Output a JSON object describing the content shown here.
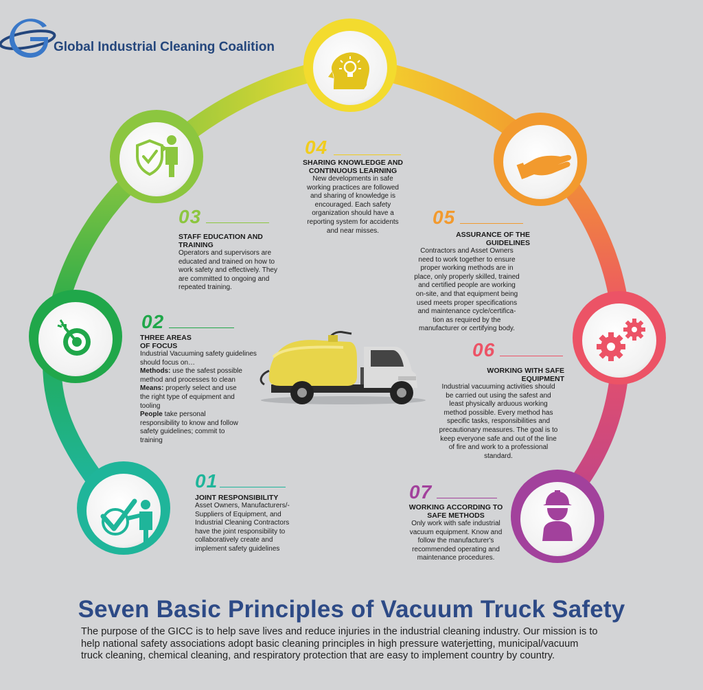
{
  "header": {
    "org_name": "Global Industrial Cleaning Coalition"
  },
  "colors": {
    "p01": "#1fb59a",
    "p02": "#20a74a",
    "p03": "#8cc63f",
    "p04": "#f3db2e",
    "p05": "#f29a2e",
    "p06": "#ec5366",
    "p07": "#a2419c",
    "title": "#2d4a86"
  },
  "principles": [
    {
      "number": "01",
      "title_lines": [
        "JOINT RESPONSIBILITY"
      ],
      "icon": "checkmark-person-icon",
      "body_lines": [
        "Asset Owners, Manufacturers/-",
        "Suppliers of Equipment, and",
        "Industrial Cleaning Contractors",
        "have the joint responsibility to",
        "collaboratively create and",
        "implement safety guidelines"
      ]
    },
    {
      "number": "02",
      "title_lines": [
        "THREE AREAS",
        "OF FOCUS"
      ],
      "icon": "target-icon",
      "intro_lines": [
        "Industrial Vacuuming safety guidelines",
        "should focus on…"
      ],
      "items": [
        {
          "term": "Methods:",
          "lines": [
            " use the safest possible",
            "method and processes to clean"
          ]
        },
        {
          "term": "Means:",
          "lines": [
            " properly select and use",
            "the right type of equipment and",
            "tooling"
          ]
        },
        {
          "term": "People",
          "lines": [
            " take personal",
            "responsibility to know and follow",
            "safety guidelines; commit to",
            "training"
          ]
        }
      ]
    },
    {
      "number": "03",
      "title_lines": [
        "STAFF EDUCATION AND",
        "TRAINING"
      ],
      "icon": "shield-person-icon",
      "body_lines": [
        "Operators and supervisors are",
        "educated and trained on how to",
        "work safety and effectively. They",
        "are committed to ongoing and",
        "repeated training."
      ]
    },
    {
      "number": "04",
      "title_lines": [
        "SHARING KNOWLEDGE AND",
        "CONTINUOUS LEARNING"
      ],
      "icon": "head-lightbulb-icon",
      "body_lines": [
        "New developments in safe",
        "working practices are followed",
        "and sharing of knowledge is",
        "encouraged. Each safety",
        "organization should have a",
        "reporting system for accidents",
        "and near misses."
      ]
    },
    {
      "number": "05",
      "title_lines": [
        "ASSURANCE OF THE",
        "GUIDELINES"
      ],
      "icon": "open-hand-icon",
      "body_lines": [
        "Contractors and Asset Owners",
        "need to work together to ensure",
        "proper working methods are in",
        "place, only properly skilled, trained",
        "and certified people are working",
        "on-site, and that equipment being",
        "used meets proper specifications",
        "and maintenance cycle/certifica-",
        "tion as required by the",
        "manufacturer or certifying body."
      ]
    },
    {
      "number": "06",
      "title_lines": [
        "WORKING WITH SAFE",
        "EQUIPMENT"
      ],
      "icon": "gears-icon",
      "body_lines": [
        "Industrial vacuuming activities should",
        "be carried out using the safest and",
        "least physically arduous working",
        "method possible. Every method has",
        "specific tasks, responsibilities and",
        "precautionary measures. The goal is to",
        "keep everyone safe and out of the line",
        "of fire and work to a professional",
        "standard."
      ]
    },
    {
      "number": "07",
      "title_lines": [
        "WORKING ACCORDING TO",
        "SAFE METHODS"
      ],
      "icon": "hardhat-worker-icon",
      "body_lines": [
        "Only work with safe industrial",
        "vacuum equipment. Know and",
        "follow the manufacturer's",
        "recommended operating and",
        "maintenance procedures."
      ]
    }
  ],
  "footer": {
    "title": "Seven Basic Principles of Vacuum Truck Safety",
    "mission_lines": [
      "The purpose of the GICC is to help save lives and reduce injuries in the industrial cleaning industry. Our mission is to",
      "help national safety associations adopt basic cleaning principles in high pressure waterjetting, municipal/vacuum",
      "truck cleaning, chemical cleaning, and respiratory protection that are easy to implement country by country."
    ]
  }
}
